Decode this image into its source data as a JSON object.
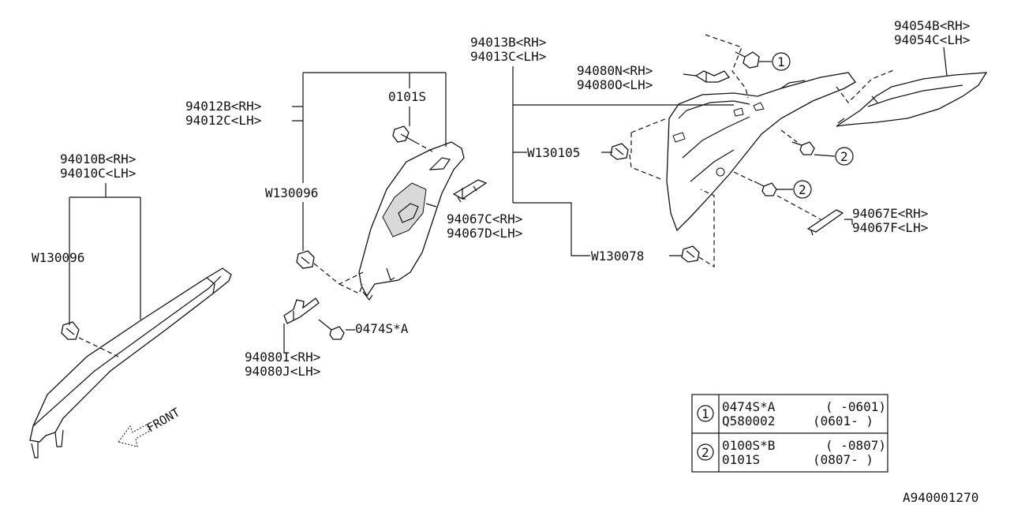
{
  "diagram_id": "A940001270",
  "front_label": "FRONT",
  "callouts": {
    "a_pillar": {
      "rh": "94010B<RH>",
      "lh": "94010C<LH>"
    },
    "b_pillar": {
      "rh": "94012B<RH>",
      "lh": "94012C<LH>"
    },
    "c_pillar": {
      "rh": "94013B<RH>",
      "lh": "94013C<LH>"
    },
    "rear_trim": {
      "rh": "94054B<RH>",
      "lh": "94054C<LH>"
    },
    "bracket_upper": {
      "rh": "94080N<RH>",
      "lh": "94080O<LH>"
    },
    "bracket_lower": {
      "rh": "94080I<RH>",
      "lh": "94080J<LH>"
    },
    "cover_b": {
      "rh": "94067C<RH>",
      "lh": "94067D<LH>"
    },
    "cover_c": {
      "rh": "94067E<RH>",
      "lh": "94067F<LH>"
    },
    "clip_a": "W130096",
    "clip_b": "W130096",
    "clip_c_upper": "W130105",
    "clip_c_lower": "W130078",
    "screw_b": "0101S",
    "screw_bracket": "0474S*A"
  },
  "markers": {
    "one": "1",
    "two": "2"
  },
  "legend": [
    {
      "marker": "1",
      "rows": [
        {
          "part": "0474S*A",
          "range": "(  -0601)"
        },
        {
          "part": "Q580002",
          "range": "(0601-  )"
        }
      ]
    },
    {
      "marker": "2",
      "rows": [
        {
          "part": "0100S*B",
          "range": "(  -0807)"
        },
        {
          "part": "0101S",
          "range": "(0807-  )"
        }
      ]
    }
  ]
}
